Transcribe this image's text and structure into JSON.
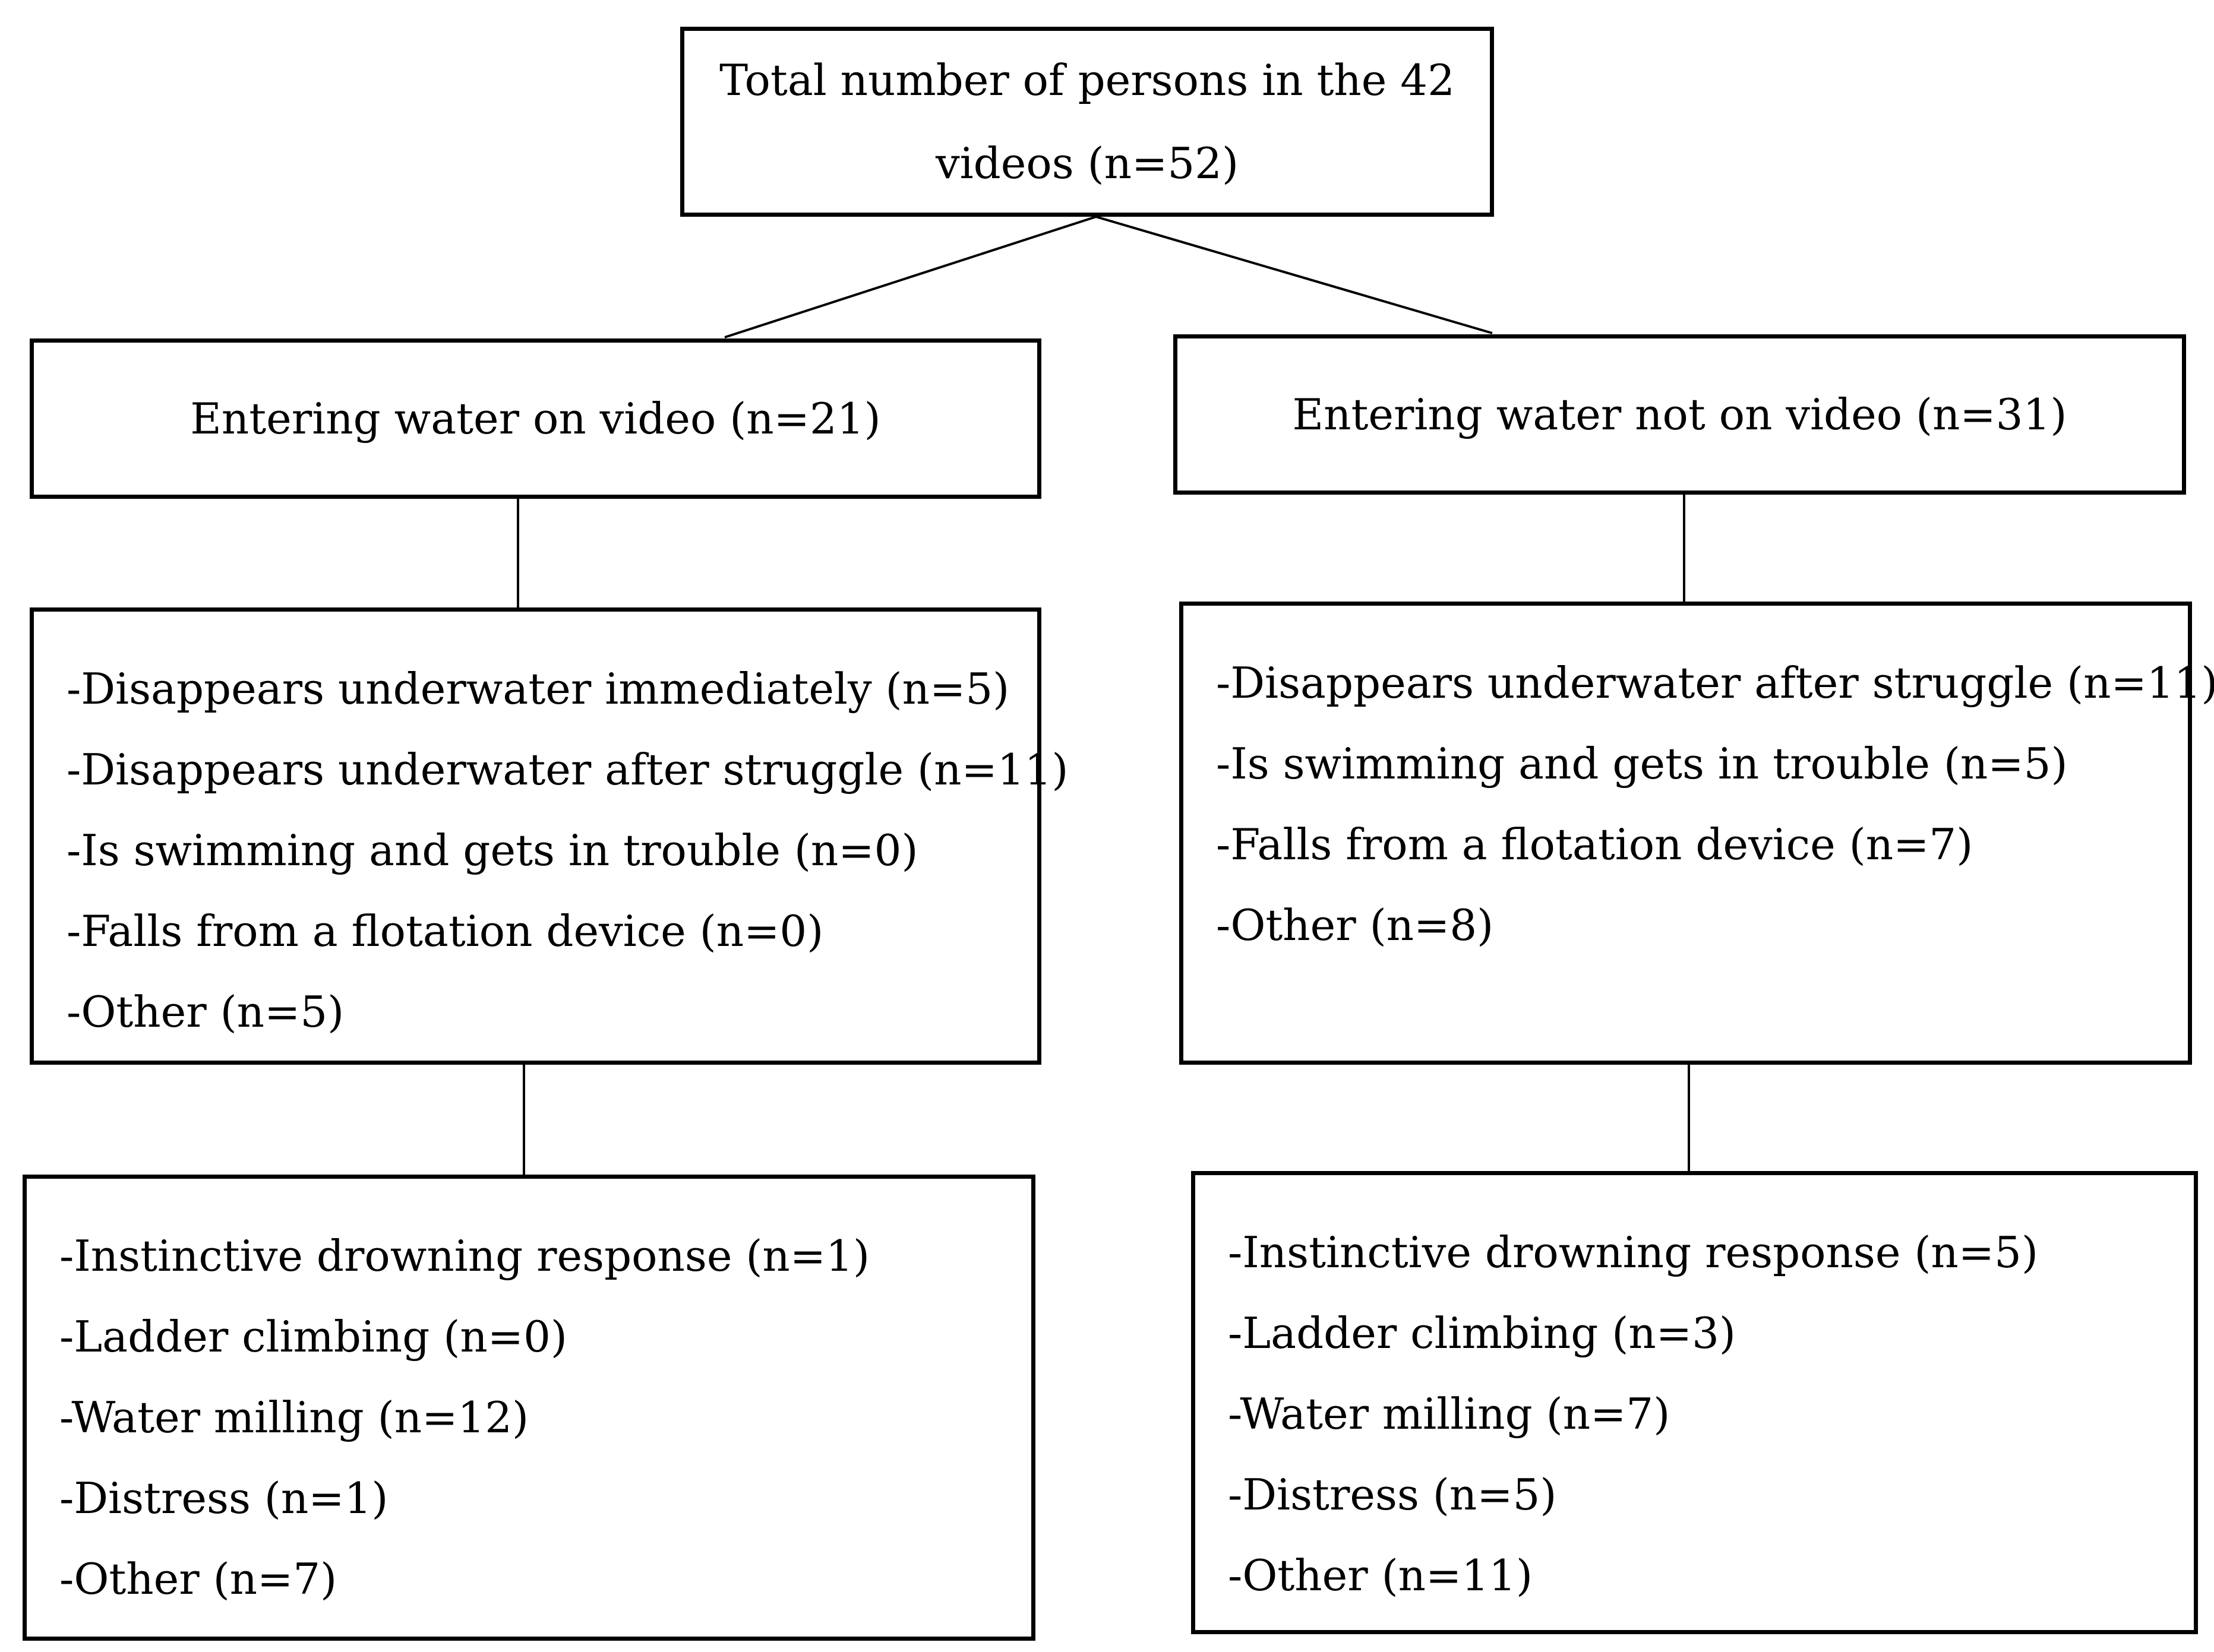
{
  "root": {
    "lines": [
      "Total number of persons in the 42",
      "videos (n=52)"
    ]
  },
  "on_video": {
    "heading": "Entering water on video (n=21)",
    "circumstances": [
      "-Disappears underwater immediately (n=5)",
      "-Disappears underwater after struggle (n=11)",
      "-Is swimming and gets in trouble (n=0)",
      "-Falls from a flotation device (n=0)",
      "-Other (n=5)"
    ],
    "behaviours": [
      "-Instinctive drowning response (n=1)",
      "-Ladder climbing (n=0)",
      "-Water milling (n=12)",
      "-Distress (n=1)",
      "-Other (n=7)"
    ]
  },
  "not_on_video": {
    "heading": "Entering water not on video (n=31)",
    "circumstances": [
      "-Disappears underwater after struggle (n=11)",
      "-Is swimming and gets in trouble (n=5)",
      "-Falls from a flotation device (n=7)",
      "-Other (n=8)"
    ],
    "behaviours": [
      "-Instinctive drowning response (n=5)",
      "-Ladder climbing (n=3)",
      "-Water milling (n=7)",
      "-Distress (n=5)",
      "-Other (n=11)"
    ]
  }
}
